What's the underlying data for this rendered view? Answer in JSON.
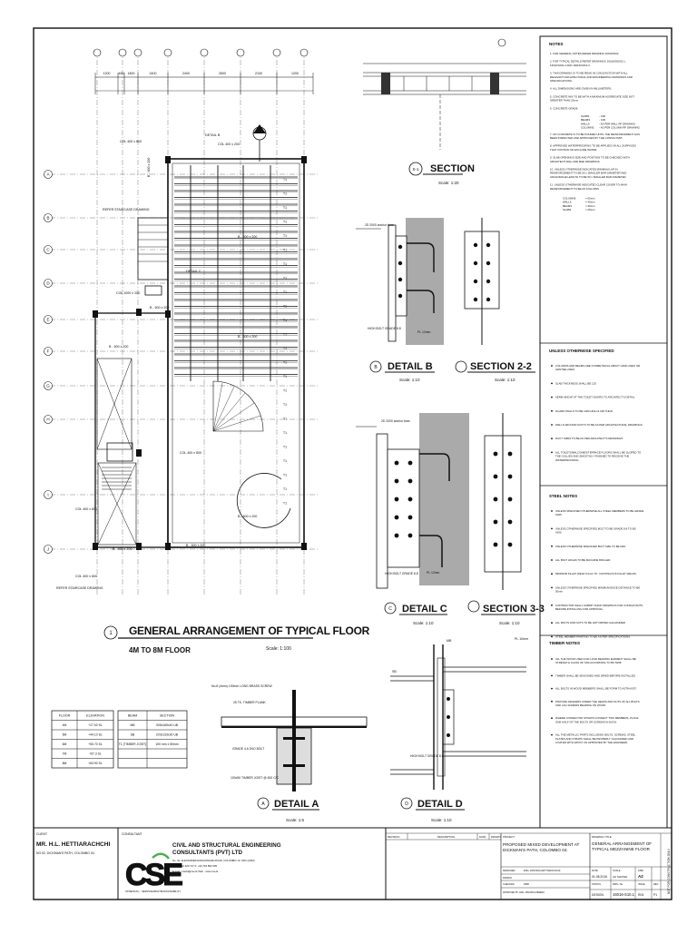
{
  "sheet": {
    "ga_title": "GENERAL ARRANGEMENT OF TYPICAL FLOOR",
    "ga_subtitle": "4M TO 8M FLOOR",
    "ga_scale": "Scale: 1:100",
    "ga_bubble": "1",
    "section_bubble": "S-1",
    "section_title": "SECTION",
    "section_scale": "Scale: 1:20",
    "detail_b": "DETAIL B",
    "detail_b_bubble": "B",
    "section_2_2": "SECTION 2-2",
    "detail_b_scale": "Scale: 1:10",
    "section_2_2_scale": "Scale: 1:10",
    "detail_c": "DETAIL C",
    "detail_c_bubble": "C",
    "section_3_3": "SECTION 3-3",
    "detail_c_scale": "Scale: 1:10",
    "section_3_3_scale": "Scale: 1:10",
    "detail_a": "DETAIL A",
    "detail_a_bubble": "A",
    "detail_a_scale": "Scale: 1:5",
    "detail_d": "DETAIL D",
    "detail_d_bubble": "D",
    "detail_d_scale": "Scale: 1:10",
    "dims_top": [
      "1200",
      "450",
      "1800",
      "2400",
      "2400",
      "2600",
      "2100",
      "1200"
    ],
    "grid_letters": [
      "A",
      "B",
      "C",
      "D",
      "E",
      "F",
      "G",
      "H",
      "I",
      "J"
    ],
    "plan_labels": {
      "refer_staircase_1": "REFER STAIRCASE DRAWING",
      "refer_staircase_2": "REFER STAIRCASE DRAWING",
      "col_1": "COL 400 x 800",
      "col_2": "COL 1000 x 200",
      "col_3": "COL 400 x 200",
      "col_4": "COL 400 x 800",
      "col_5": "COL 400 x 800",
      "col_6": "COL 400 x 800",
      "detail_b_tag": "DETAIL B",
      "detail_c_tag": "DETAIL C",
      "beam_1": "B - 600 x 200",
      "beam_2": "B - 600 x 200",
      "beam_3": "B - 600 x 200",
      "beam_4": "B - 600 x 200",
      "beam_5": "B - 600 x 200",
      "beam_6": "B - 600 x 200",
      "beam_7": "B - 600 x 200",
      "beam_8": "B - 600 x 200",
      "t1": "T1"
    },
    "detail_labels": {
      "anchor": "2D 2000 anchor bars",
      "hsbolt": "HIGH BOLT GRADE 8.8",
      "plate": "PL 12mm",
      "timber_screw": "No.8 (4mm) 100mm LONG BRASS SCREW",
      "timber_plank": "25 TK. TIMBER PLANK",
      "grade_bolt": "GRADE 4.6 2NO BOLT",
      "timber_joist": "100x50 TIMBER JOIST @ 600 C/C",
      "mb": "MB",
      "sb": "SB",
      "pl10": "PL 10mm"
    },
    "floor_table": {
      "headers": [
        "FLOOR",
        "ELEVATION"
      ],
      "rows": [
        [
          "4M",
          "+27.00 SL"
        ],
        [
          "5M",
          "+44.10 SL"
        ],
        [
          "6M",
          "+50.70 SL"
        ],
        [
          "7M",
          "+57.3 SL"
        ],
        [
          "8M",
          "+63.90 SL"
        ]
      ]
    },
    "beam_table": {
      "headers": [
        "BEAM",
        "SECTION"
      ],
      "rows": [
        [
          "MB",
          "305x165x40 UB"
        ],
        [
          "SB",
          "203x133x30 UB"
        ],
        [
          "T1 (TIMBER JOIST)",
          "100 mm x 50mm"
        ],
        [
          "",
          ""
        ],
        [
          "",
          ""
        ]
      ]
    }
  },
  "notes": {
    "heading": "NOTES",
    "items": [
      "1.  FOR GENERAL NOTES REFER DRAWING 16016/S/02",
      "2.  FOR TYPICAL DETAILS REFER DRAWINGS 16016/S/D/02.1, 16016/S/D2.2 AND 16016/S/D/2.3.",
      "3.  THIS DRAWING IS TO BE READ IN CONJUNCTION WITH ALL RELEVANT ARCHITECTURAL AND ENGINEERING DRAWINGS AND SPECIFICATIONS.",
      "4.  ALL DIMENSIONS ARE GIVEN IN MILLIMETERS.",
      "5.  CONCRETE MIX TO BE WITH A MAXIMUM AGGREGATE SIZE NOT GREATER THAN 20mm",
      "6.  CONCRETE GRADE",
      "7.  NO CONCRETE IS TO BE POURED UNTIL THE REINFORCEMENT HAS BEEN INSPECTED AND APPROVED BY THE CONSULTANT.",
      "8.  APPROVED WATERPROOFING TO BE APPLIED ON ALL SURFACES THAT CONTAIN OR EXCLUDE WATER.",
      "9.  SLAB OPENINGS SIZE AND POSITION TO BE CHECKED WITH ARCHITECTURAL AND M&E DRAWINGS.",
      "10. UNLESS OTHERWISE INDICATED MINIMUM LAP IN REINFORCEMENT TO BE 50 x SMALLER BAR DIAMETER AND ANCHORAGE LENGTH TO BE 50 x SMALLER BAR DIAMETER",
      "11. UNLESS OTHERWISE INDICATED CLEAR COVER TO MAIN REINFORCEMENT TO BE AS FOLLOWS"
    ],
    "grade_rows": [
      [
        "SLABS",
        "- C30"
      ],
      [
        "BEAMS",
        "- C30"
      ],
      [
        "WALLS",
        "- AS PER WALL RF DRAWING"
      ],
      [
        "COLUMNS",
        "- AS PER COLUMN RF DRAWING"
      ]
    ],
    "cover_rows": [
      [
        "COLUMNS",
        "= 50mm"
      ],
      [
        "WALLS",
        "= 40mm"
      ],
      [
        "BEAMS",
        "= 30mm"
      ],
      [
        "SLABS",
        "= 25mm"
      ]
    ]
  },
  "unless": {
    "heading": "UNLESS OTHERWISE SPECIFIED",
    "items": [
      "COLUMNS AND BEAMS ARE SYMMETRICAL ABOUT GRID LINES OR CENTRE LINES",
      "SLAB THICKNESS SHALL BE 125",
      "KERB HEIGHT AT THE TOILET DOORS TO ARCHITECT'S DETAIL",
      "GUARD WALLS TO BE 1000 HIGH & 200 THICK.",
      "WALLS AROUND DUCTS TO BE AS PER ARCHITECTURAL DRAWINGS",
      "DUCT SIZES TO BE AS PER ARCHITECT'S DRAWINGS.",
      "ALL TOILETS/BALCONIES/TERRACE FLOORS SHALL BE SLOPED TO THE GULLIES AND SMOOTHLY FINISHED TO RECEIVE THE WATERPROOFING"
    ]
  },
  "steel": {
    "heading": "STEEL NOTES",
    "items": [
      "UNLESS SPECIFIED OTHERWISE ALL STEEL MEMBERS TO BE GRADE S325",
      "UNLESS OTHERWISE SPECIFIED BOLT TO BE GRADE 8.8 TO BS 4190",
      "UNLESS OTHERWISE SPECIFIED BOLT SIZE TO BE M20.",
      "ALL BOLT HOLES TO BE MACHINE DRILLED.",
      "MINIMUM FILLET WELD 6.0mm TK. CONTINUOUS FILLET WELDS.",
      "UNLESS OTHERWISE SPECIFIED MINIMUM EDGE DISTANCE TO BE 50mm",
      "CONTRACTOR SHALL SUBMIT SHOP DRAWINGS FOR CONSULTANTS BEFORE INSTALLING FOR APPROVAL.",
      "ALL BOLTS AND NUTS TO BE HOT DIPPED GALVANIZED",
      "STEEL MEMBER PAINTING TO BE AS PER SPECIFICATIONS."
    ]
  },
  "timber": {
    "heading": "TIMBER NOTES",
    "items": [
      "ALL THE WOOD USED FOR LOAD BEARING ELEMENT SHALL BE STRENGTH CLASS OF SN4 ACCORDING TO BS 5268.",
      "TIMBER SHALL BE SEASONED AND DRIED BEFORE INSTALLED.",
      "ALL BOLTS IN WOOD MEMBERS SHALL BE FORM TO ASTM A307.",
      "PROVIDE WASHERS UNDER THE HEADS AND NUTS OF ALL BOLTS AND LAG SCREWS BEARING ON WOOD.",
      "WHERE CONNECTOR STRAPS CONNECT TWO MEMBERS, PLACE ONE-HALF OF THE BOLTS OR SCREWS IN EACH.",
      "ALL THE METALLIC PARTS INCLUDING BOLTS, SCREWS, STEEL PLATES AND STRAPS SHALL BE PROPERLY GALVANIZED AND COATED WITH EPOXY AS APPROVED BY THE ENGINEER."
    ]
  },
  "title_block": {
    "client_label": "CLIENT",
    "client_name": "MR. H.L. HETTIARACHCHI",
    "client_address": "NO.02, DICKMAN'S PATH, COLOMBO 04.",
    "consultant_label": "CONSULTANT",
    "logo_text": "CSE",
    "logo_tag_1": "STRENGTH",
    "logo_tag_2": "SERVICEABILITY",
    "logo_tag_3": "SUSTAINABILITY",
    "company_line1": "CIVIL AND STRUCTURAL ENGINEERING",
    "company_line2": "CONSULTANTS (PVT) LTD",
    "company_addr": "No. 10, ALEXANDER RANASINGHE ROAD, COLOMBO 10, SRI LANKA.",
    "company_tel": "T: +94 112 623 727   F: +94 718 892 909",
    "company_mail": "E-mail : cseltd@cse.lk   Web : www.cse.lk",
    "rev_headers": [
      "REVISION",
      "DESCRIPTION",
      "DATE",
      "DRAWN"
    ],
    "project_label": "PROJECT",
    "project_name": "PROPOSED MIXED DEVELOPMENT AT DICKMAN'S PATH, COLOMBO 04.",
    "designed_label": "DESIGNED",
    "designed_val": "ENG. DINUSHA HETTIARACHCHI",
    "drawn_label": "DRAWN",
    "drawn_val": "",
    "checked_label": "CHECKED",
    "checked_val": "DMR",
    "approved_label": "APPROVED BY: ENG. DINUSHA PERERA",
    "title_label": "DRAWING TITLE",
    "drawing_title": "GENERAL ARRANGEMENT OF TYPICAL MEZZANINE FLOOR",
    "date_label": "DATE",
    "date_val": "01.08.2016",
    "scale_label": "SCALE",
    "scale_val": "AS SHOWN",
    "size_label": "SIZE",
    "size_val": "A2",
    "status_label": "STATUS",
    "status_val": "DESIGN",
    "dwg_label": "DWG. No.",
    "dwg_val": "16016-S10.1",
    "rev_label": "REV",
    "rev_val": "P1",
    "issue_label": "ISSUE",
    "issue_val": "R04",
    "side_stamp": "NOT FOR CONSTRUCTION ONLY"
  }
}
